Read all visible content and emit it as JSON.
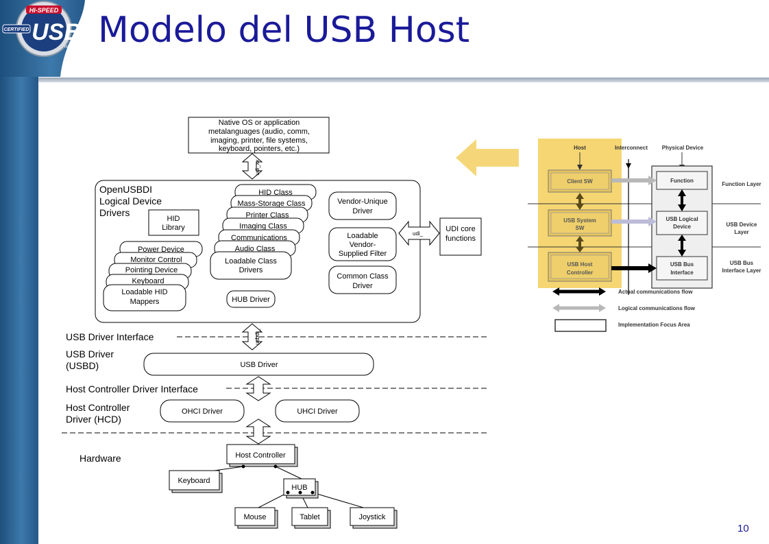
{
  "slide": {
    "title": "Modelo del USB Host",
    "page_number": "10",
    "logo": {
      "hispeed": "HI-SPEED",
      "certified": "CERTIFIED",
      "usb": "USB",
      "tm": "TM"
    }
  },
  "left_diagram": {
    "native_os": [
      "Native OS or application",
      "metalanguages (audio, comm,",
      "imaging, printer, file systems,",
      "keyboard, pointers, etc.)"
    ],
    "udi_xx": "udi_xx",
    "openusbdi": [
      "OpenUSBDI",
      "Logical Device",
      "Drivers"
    ],
    "hid_library": [
      "HID",
      "Library"
    ],
    "hid_devices": [
      "Power Device",
      "Monitor Control",
      "Pointing Device",
      "Keyboard"
    ],
    "loadable_hid": [
      "Loadable HID",
      "Mappers"
    ],
    "class_stack": [
      "HID Class",
      "Mass-Storage Class",
      "Printer Class",
      "Imaging Class",
      "Communications",
      "Audio Class"
    ],
    "loadable_class": [
      "Loadable Class",
      "Drivers"
    ],
    "hub_driver": "HUB Driver",
    "vendor_unique": [
      "Vendor-Unique",
      "Driver"
    ],
    "loadable_vendor": [
      "Loadable",
      "Vendor-",
      "Supplied Filter"
    ],
    "common_class": [
      "Common Class",
      "Driver"
    ],
    "udi_": "udi_",
    "udi_core": [
      "UDI core",
      "functions"
    ],
    "usb_driver_interface": "USB Driver Interface",
    "usbdi_": "usbdi_",
    "usb_driver_label": [
      "USB Driver",
      "(USBD)"
    ],
    "usb_driver_box": "USB Driver",
    "hcd_interface": "Host Controller Driver Interface",
    "hcd_label": [
      "Host Controller",
      "Driver (HCD)"
    ],
    "ohci": "OHCI Driver",
    "uhci": "UHCI Driver",
    "hardware": "Hardware",
    "host_controller": "Host Controller",
    "keyboard": "Keyboard",
    "hub": "HUB",
    "mouse": "Mouse",
    "tablet": "Tablet",
    "joystick": "Joystick"
  },
  "right_diagram": {
    "host": "Host",
    "interconnect": "Interconnect",
    "physical_device": "Physical Device",
    "client_sw": "Client SW",
    "function": "Function",
    "function_layer": "Function Layer",
    "usb_system_sw": [
      "USB System",
      "SW"
    ],
    "usb_logical_device": [
      "USB Logical",
      "Device"
    ],
    "usb_device_layer": [
      "USB Device",
      "Layer"
    ],
    "usb_host_controller": [
      "USB Host",
      "Controller"
    ],
    "usb_bus_interface": [
      "USB Bus",
      "Interface"
    ],
    "usb_bus_interface_layer": [
      "USB Bus",
      "Interface Layer"
    ],
    "legend_actual": "Actual communications flow",
    "legend_logical": "Logical communications flow",
    "legend_focus": "Implementation Focus Area"
  },
  "colors": {
    "title": "#1a1a99",
    "highlight": "#f3cf5a",
    "arrow": "#f5d77a",
    "sidebar": "#2f6699"
  }
}
